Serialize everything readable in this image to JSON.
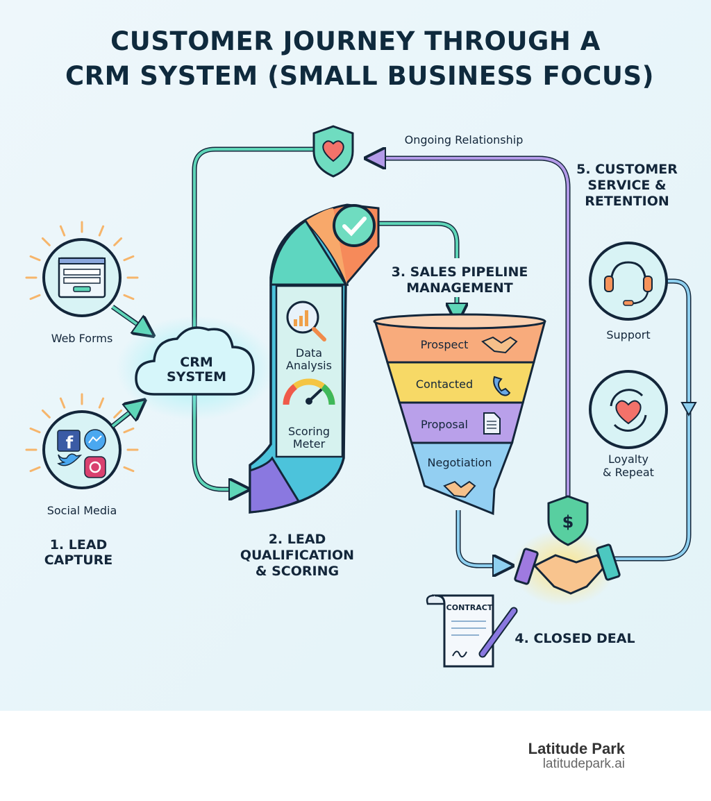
{
  "title": {
    "line1": "CUSTOMER JOURNEY THROUGH A",
    "line2": "CRM SYSTEM (SMALL BUSINESS FOCUS)"
  },
  "stage1": {
    "heading": [
      "1. LEAD",
      "CAPTURE"
    ],
    "web_forms": "Web Forms",
    "social_media": "Social Media",
    "hub": [
      "CRM",
      "SYSTEM"
    ]
  },
  "stage2": {
    "heading": [
      "2. LEAD",
      "QUALIFICATION",
      "& SCORING"
    ],
    "data_analysis": [
      "Data",
      "Analysis"
    ],
    "scoring_meter": [
      "Scoring",
      "Meter"
    ]
  },
  "stage3": {
    "heading": [
      "3. SALES PIPELINE",
      "MANAGEMENT"
    ],
    "funnel": [
      "Prospect",
      "Contacted",
      "Proposal",
      "Negotiation"
    ]
  },
  "stage4": {
    "heading": "4. CLOSED DEAL",
    "contract": "CONTRACT"
  },
  "stage5": {
    "heading": [
      "5. CUSTOMER",
      "SERVICE &",
      "RETENTION"
    ],
    "support": "Support",
    "loyalty": [
      "Loyalty",
      "& Repeat"
    ]
  },
  "loop_label": "Ongoing Relationship",
  "footer": {
    "brand": "Latitude Park",
    "url": "latitudepark.ai"
  },
  "colors": {
    "teal": "#5fd6b8",
    "purple": "#b39ae8",
    "blue": "#8fd0f0",
    "orange": "#f6a56b",
    "yellow": "#f5d966",
    "ink": "#13263a"
  }
}
